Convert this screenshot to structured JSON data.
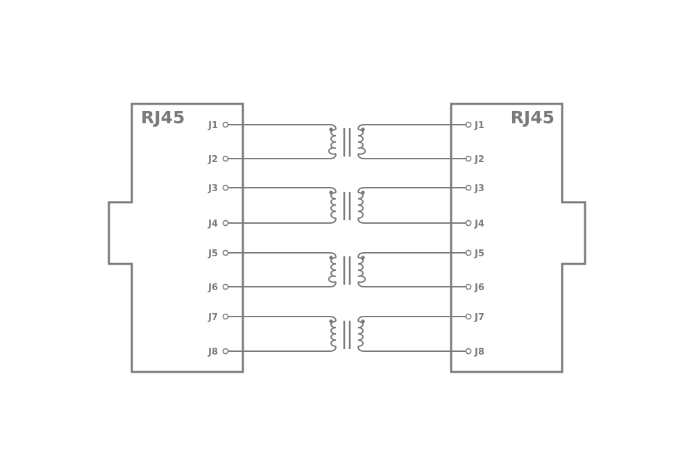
{
  "connectors": [
    {
      "side": "left",
      "title": "RJ45",
      "pins": [
        "J1",
        "J2",
        "J3",
        "J4",
        "J5",
        "J6",
        "J7",
        "J8"
      ]
    },
    {
      "side": "right",
      "title": "RJ45",
      "pins": [
        "J1",
        "J2",
        "J3",
        "J4",
        "J5",
        "J6",
        "J7",
        "J8"
      ]
    }
  ],
  "colors": {
    "line": "#7a7a7a",
    "background": "#ffffff"
  }
}
